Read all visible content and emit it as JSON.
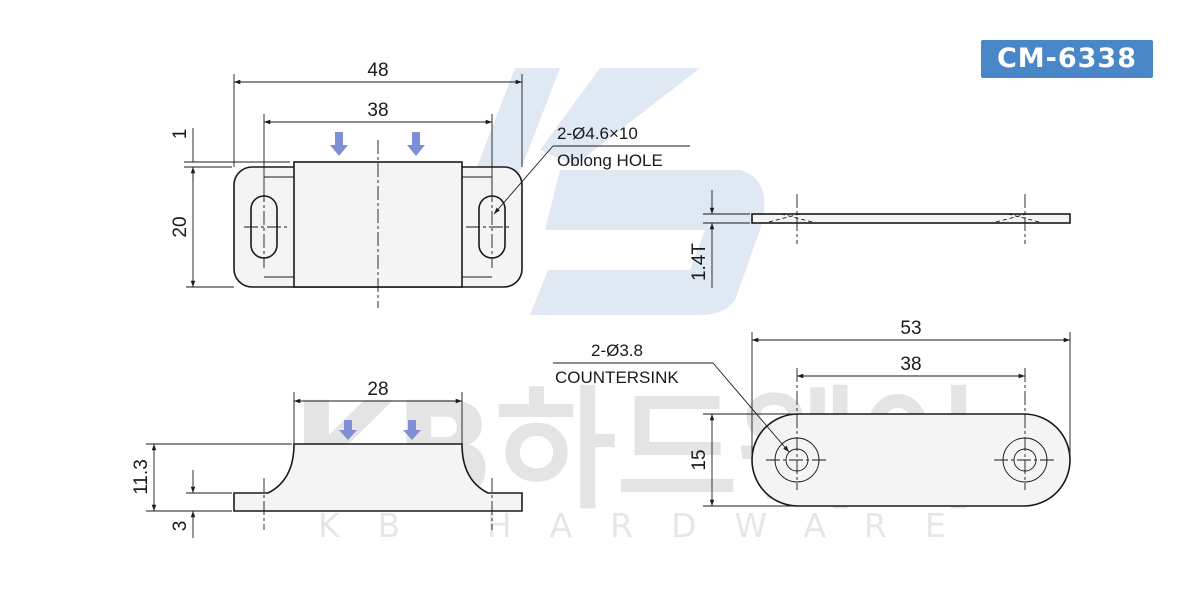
{
  "badge": {
    "model": "CM-6338",
    "color": "#4a87c8"
  },
  "watermark": {
    "brand": "KB하드웨어",
    "subtitle": "KB HARDWARE",
    "logo_letters": "KB"
  },
  "top_view": {
    "overall_width": "48",
    "hole_pitch": "38",
    "step": "1",
    "height": "20"
  },
  "front_view": {
    "top_width": "28",
    "height": "11.3",
    "base_thickness": "3"
  },
  "side_view": {
    "thickness": "1.4T"
  },
  "plate_view": {
    "overall_width": "53",
    "hole_pitch": "38",
    "height": "15"
  },
  "callouts": {
    "oblong_spec": "2-Ø4.6×10",
    "oblong_name": "Oblong HOLE",
    "cs_spec": "2-Ø3.8",
    "cs_name": "COUNTERSINK"
  },
  "colors": {
    "arrow": "#7f8fd6",
    "line": "#1a1a1a"
  }
}
